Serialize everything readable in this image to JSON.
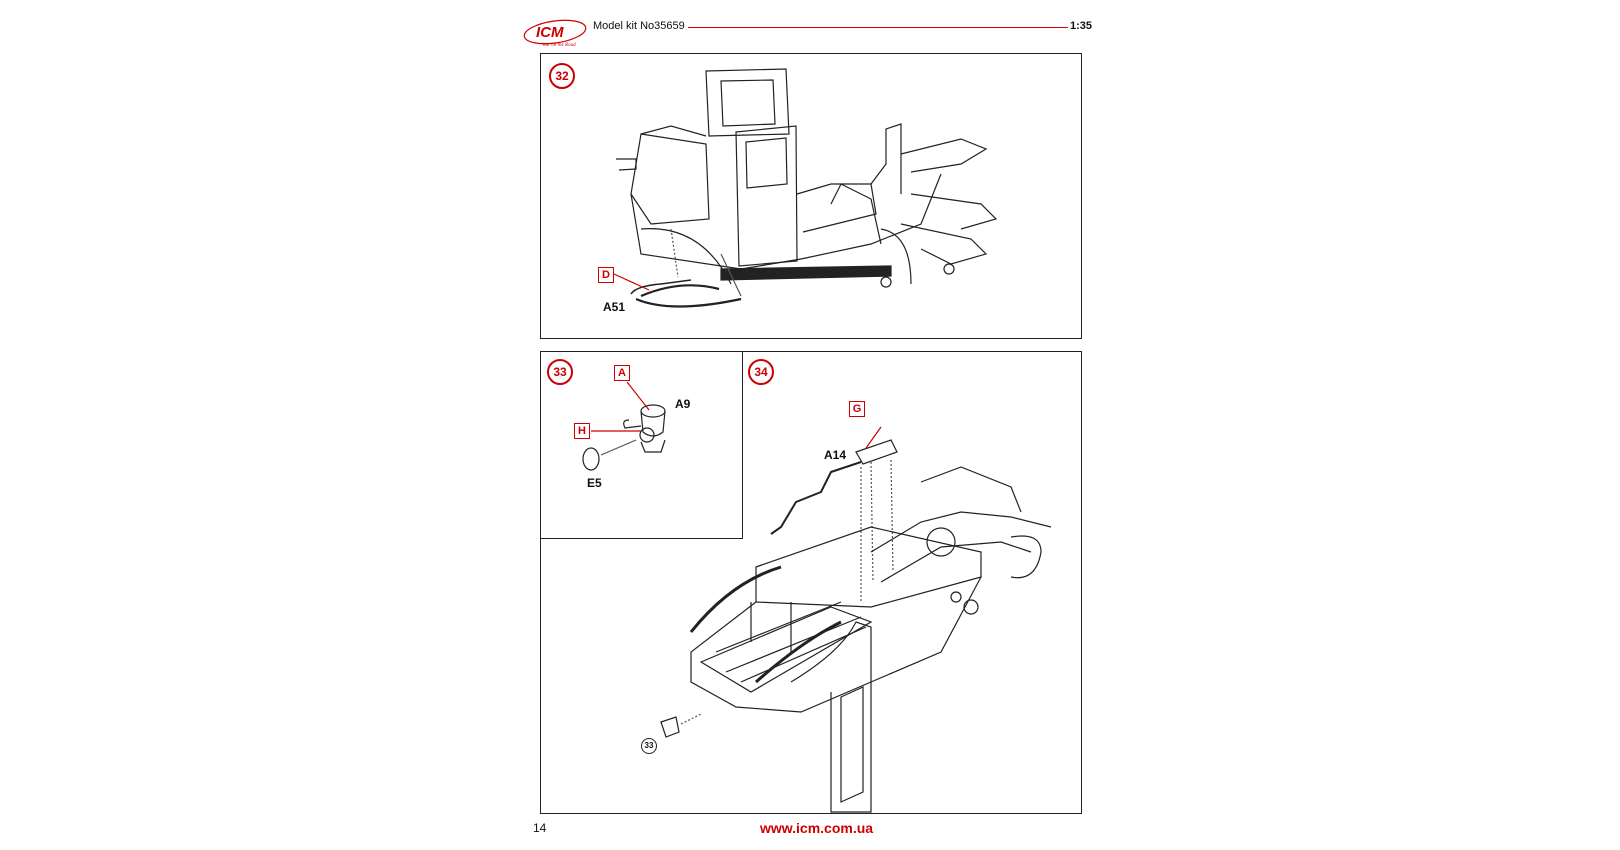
{
  "header": {
    "logo_text": "ICM",
    "logo_tagline": "War on the Road",
    "kit_title": "Model kit No35659",
    "scale": "1:35"
  },
  "steps": [
    {
      "number": "32",
      "callouts": [
        {
          "tag": "D",
          "part": "A51"
        }
      ]
    },
    {
      "number": "33",
      "callouts": [
        {
          "tag": "A",
          "part": "A9"
        },
        {
          "tag": "H",
          "part": ""
        }
      ],
      "parts": [
        "E5"
      ]
    },
    {
      "number": "34",
      "callouts": [
        {
          "tag": "G",
          "part": "A14"
        }
      ],
      "subassembly_ref": "33"
    }
  ],
  "footer": {
    "page_number": "14",
    "website": "www.icm.com.ua"
  },
  "colors": {
    "accent": "#cc0000",
    "line": "#222222"
  }
}
